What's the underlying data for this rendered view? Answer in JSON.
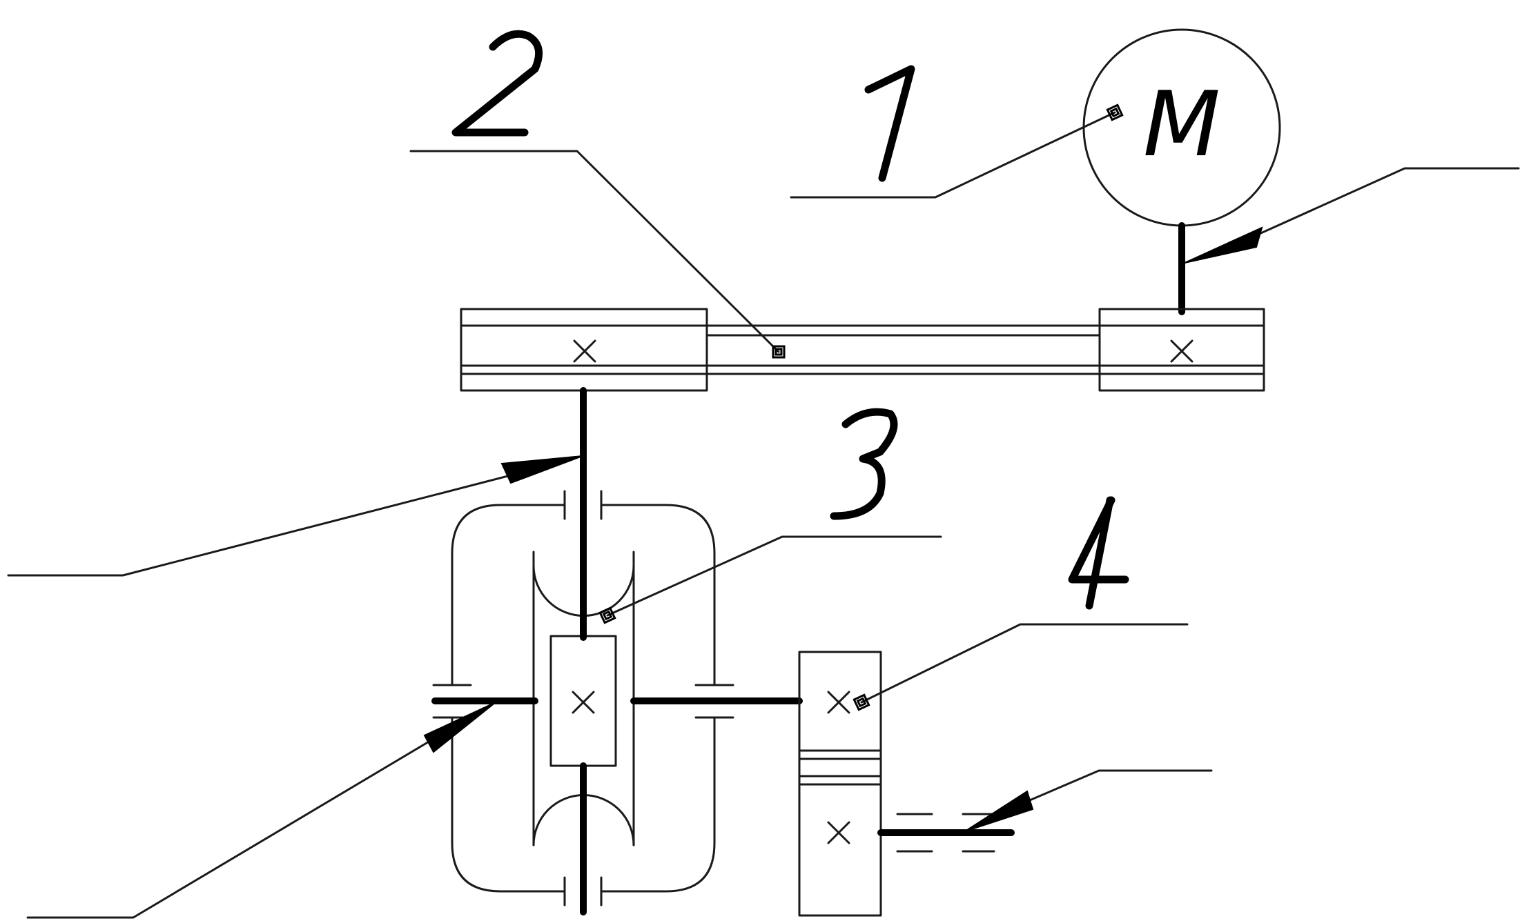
{
  "callouts": [
    {
      "id": "1",
      "label": "1"
    },
    {
      "id": "2",
      "label": "2"
    },
    {
      "id": "3",
      "label": "3"
    },
    {
      "id": "4",
      "label": "4"
    }
  ],
  "motor": {
    "label": "M"
  }
}
